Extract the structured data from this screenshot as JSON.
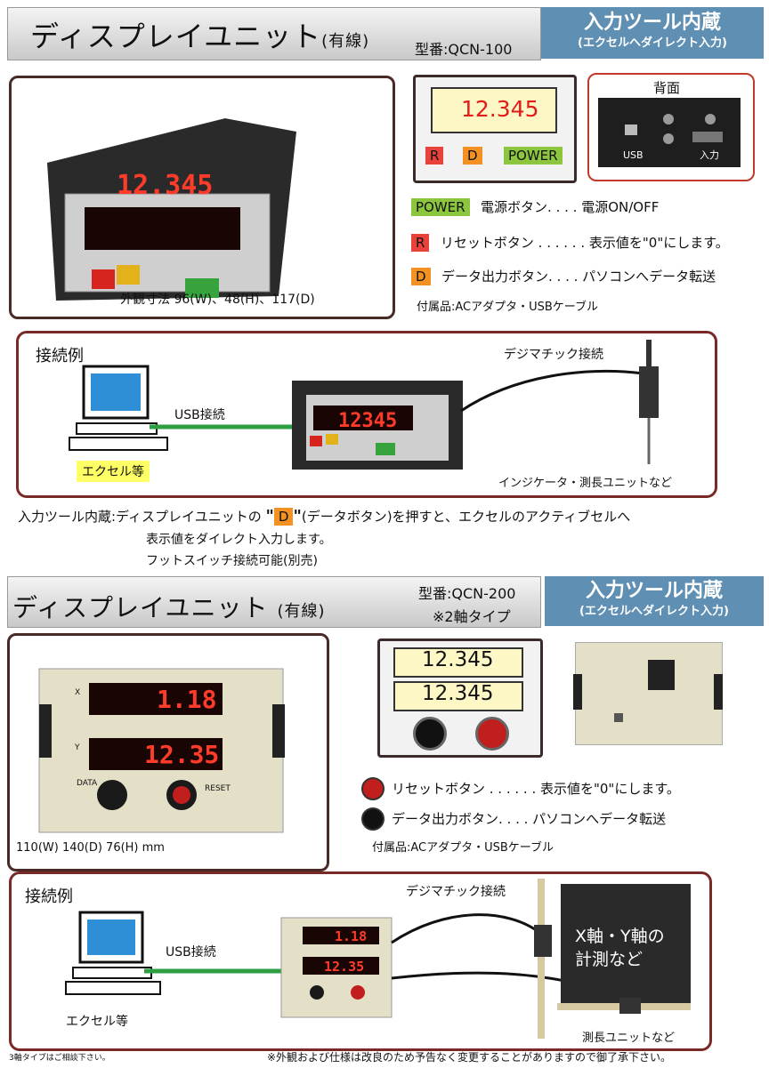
{
  "colors": {
    "blue": "#5f8fb3",
    "green": "#8cc63f",
    "red": "#e9423a",
    "orange": "#f39222",
    "frame": "#4a2a26",
    "cable": "#2e9e42"
  },
  "s1": {
    "title": "ディスプレイユニット",
    "title_sub": "(有線)",
    "model": "型番:QCN-100",
    "blue_line1": "入力ツール内蔵",
    "blue_line2": "(エクセルへダイレクト入力)",
    "photo_display": "12.345",
    "dimensions": "外観寸法 96(W)、48(H)、117(D)",
    "schematic_value": "12.345",
    "btn_r": "R",
    "btn_d": "D",
    "btn_power": "POWER",
    "rear_title": "背面",
    "rear_usb": "USB",
    "rear_input": "入力",
    "legend_power_tag": "POWER",
    "legend_power": "電源ボタン. . . . 電源ON/OFF",
    "legend_r_tag": "R",
    "legend_r": "リセットボタン . . . . . . 表示値を\"0\"にします。",
    "legend_d_tag": "D",
    "legend_d": "データ出力ボタン. . . . パソコンへデータ転送",
    "accessories": "付属品:ACアダプタ・USBケーブル",
    "conn_title": "接続例",
    "conn_usb": "USB接続",
    "conn_excel": "エクセル等",
    "conn_digimatic": "デジマチック接続",
    "conn_indicator": "インジケータ・測長ユニットなど",
    "conn_display": "12345",
    "note1_prefix": "入力ツール内蔵:ディスプレイユニットの",
    "note1_tag": "D",
    "note1_suffix": "(データボタン)を押すと、エクセルのアクティブセルへ",
    "note2": "表示値をダイレクト入力します。",
    "note3": "フットスイッチ接続可能(別売)"
  },
  "s2": {
    "title": "ディスプレイユニット",
    "title_sub": "(有線)",
    "model": "型番:QCN-200",
    "model_note": "※2軸タイプ",
    "blue_line1": "入力ツール内蔵",
    "blue_line2": "(エクセルへダイレクト入力)",
    "photo_x": "1.18",
    "photo_y": "12.35",
    "photo_x_label": "X",
    "photo_y_label": "Y",
    "photo_data": "DATA",
    "photo_reset": "RESET",
    "dimensions": "110(W) 140(D) 76(H) mm",
    "schematic_v1": "12.345",
    "schematic_v2": "12.345",
    "legend_reset": "リセットボタン . . . . . . 表示値を\"0\"にします。",
    "legend_data": "データ出力ボタン. . . . パソコンへデータ転送",
    "accessories": "付属品:ACアダプタ・USBケーブル",
    "conn_title": "接続例",
    "conn_usb": "USB接続",
    "conn_excel": "エクセル等",
    "conn_digimatic": "デジマチック接続",
    "conn_xy": "X軸・Y軸の計測など",
    "conn_unit": "測長ユニットなど",
    "conn_d1": "1.18",
    "conn_d2": "12.35"
  },
  "footer_left": "3軸タイプはご相談下さい。",
  "footer_right": "※外観および仕様は改良のため予告なく変更することがありますので御了承下さい。"
}
